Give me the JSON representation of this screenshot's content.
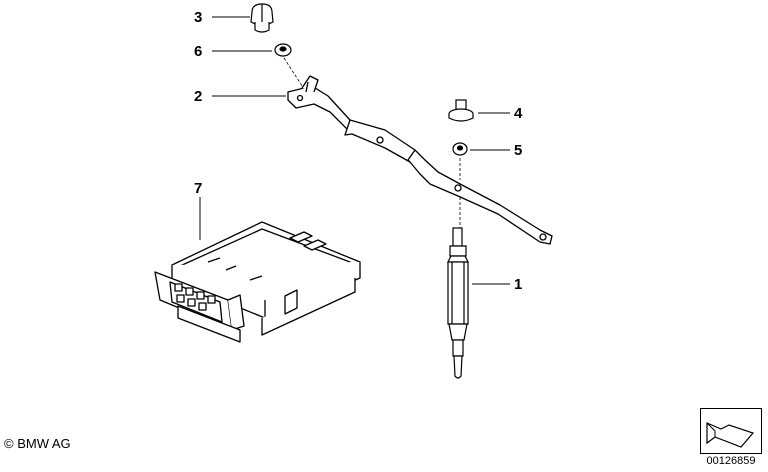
{
  "callouts": [
    {
      "id": "1",
      "label": "1"
    },
    {
      "id": "2",
      "label": "2"
    },
    {
      "id": "3",
      "label": "3"
    },
    {
      "id": "4",
      "label": "4"
    },
    {
      "id": "5",
      "label": "5"
    },
    {
      "id": "6",
      "label": "6"
    },
    {
      "id": "7",
      "label": "7"
    }
  ],
  "copyright": "© BMW AG",
  "reference_number": "00126859",
  "colors": {
    "line": "#000000",
    "background": "#ffffff"
  }
}
